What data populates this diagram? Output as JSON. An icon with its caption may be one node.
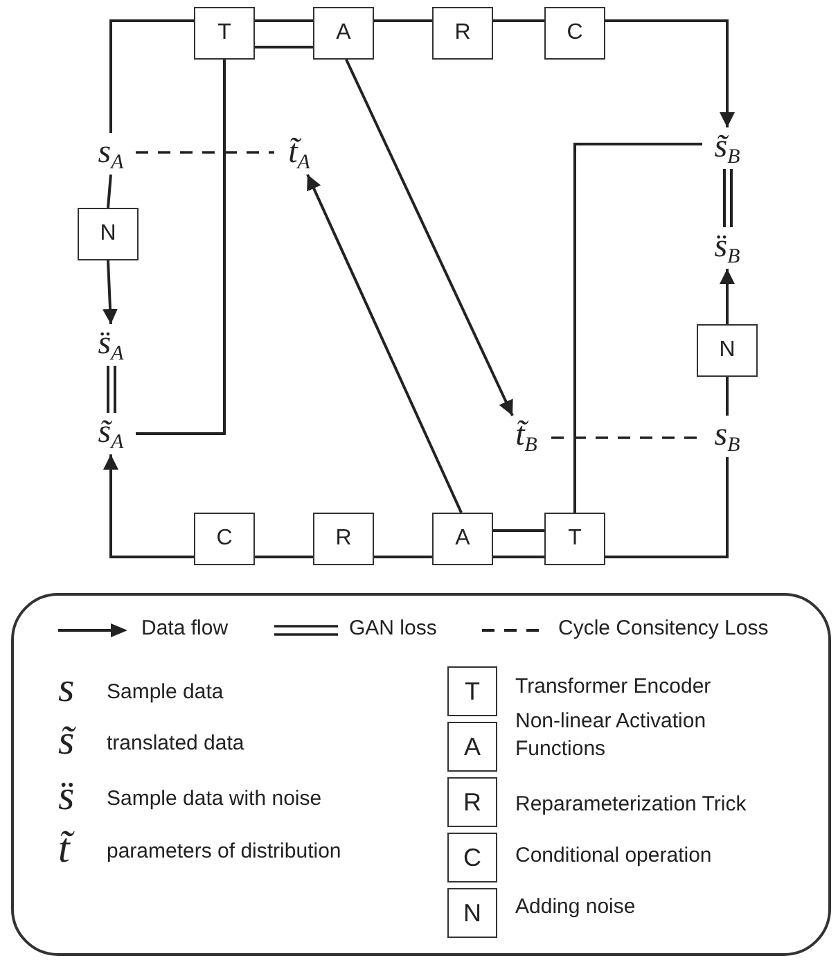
{
  "diagram": {
    "nodes": [
      {
        "text": [
          "T"
        ]
      },
      {
        "text": [
          "A"
        ]
      },
      {
        "text": [
          "R"
        ]
      },
      {
        "text": [
          "C"
        ]
      },
      {
        "text": [
          "s$_{A}$"
        ]
      },
      {
        "text": [
          "t̃$_{A}$"
        ]
      },
      {
        "text": [
          "s̃$_{B}$"
        ]
      },
      {
        "text": [
          "N"
        ]
      },
      {
        "text": [
          "s̈$_{B}$"
        ]
      },
      {
        "text": [
          "s̈$_{A}$"
        ]
      },
      {
        "text": [
          "N"
        ]
      },
      {
        "text": [
          "s̃$_{A}$"
        ]
      },
      {
        "text": [
          "t̃$_{B}$"
        ]
      },
      {
        "text": [
          "s$_{B}$"
        ]
      },
      {
        "text": [
          "C"
        ]
      },
      {
        "text": [
          "R"
        ]
      },
      {
        "text": [
          "A"
        ]
      },
      {
        "text": [
          "T"
        ]
      }
    ],
    "edges": [
      {
        "from": 4,
        "to": 0,
        "arrow": "none"
      },
      {
        "from": 0,
        "to": 1,
        "arrow": "none"
      },
      {
        "from": 0,
        "to": 1,
        "arrow": "none"
      },
      {
        "from": 1,
        "to": 2,
        "arrow": "none"
      },
      {
        "from": 2,
        "to": 3,
        "arrow": "none"
      },
      {
        "from": 3,
        "to": 6,
        "arrow": "to"
      },
      {
        "from": 1,
        "to": 12,
        "arrow": "to"
      },
      {
        "from": 0,
        "to": 11,
        "arrow": "none"
      },
      {
        "from": 4,
        "to": 5,
        "arrow": "none",
        "style": "dashed"
      },
      {
        "from": 4,
        "to": 7,
        "arrow": "none"
      },
      {
        "from": 7,
        "to": 9,
        "arrow": "to"
      },
      {
        "from": 9,
        "to": 11,
        "arrow": "none"
      },
      {
        "from": 9,
        "to": 11,
        "arrow": "none"
      },
      {
        "from": 6,
        "to": 8,
        "arrow": "none"
      },
      {
        "from": 6,
        "to": 8,
        "arrow": "none"
      },
      {
        "from": 13,
        "to": 10,
        "arrow": "none"
      },
      {
        "from": 10,
        "to": 8,
        "arrow": "to"
      },
      {
        "from": 12,
        "to": 13,
        "arrow": "none",
        "style": "dashed"
      },
      {
        "from": 13,
        "to": 17,
        "arrow": "none"
      },
      {
        "from": 17,
        "to": 16,
        "arrow": "none"
      },
      {
        "from": 17,
        "to": 16,
        "arrow": "none"
      },
      {
        "from": 16,
        "to": 15,
        "arrow": "none"
      },
      {
        "from": 15,
        "to": 14,
        "arrow": "none"
      },
      {
        "from": 14,
        "to": 11,
        "arrow": "to"
      },
      {
        "from": 16,
        "to": 5,
        "arrow": "to"
      },
      {
        "from": 17,
        "to": 6,
        "arrow": "none"
      }
    ],
    "labels": [
      "s",
      "s̃",
      "s̈",
      "t̃",
      "T",
      "A",
      "R",
      "C",
      "N"
    ],
    "legend": [
      {
        "text": "Data flow"
      },
      {
        "text": "GAN loss"
      },
      {
        "text": "Cycle Consitency Loss"
      },
      {
        "text": "Sample data"
      },
      {
        "text": "translated data"
      },
      {
        "text": "Sample data with noise"
      },
      {
        "text": "parameters of distribution"
      },
      {
        "text": "Transformer Encoder"
      },
      {
        "text": "Non-linear Activation Functions"
      },
      {
        "text": "Reparameterization Trick"
      },
      {
        "text": "Conditional operation"
      },
      {
        "text": "Adding noise"
      }
    ]
  }
}
